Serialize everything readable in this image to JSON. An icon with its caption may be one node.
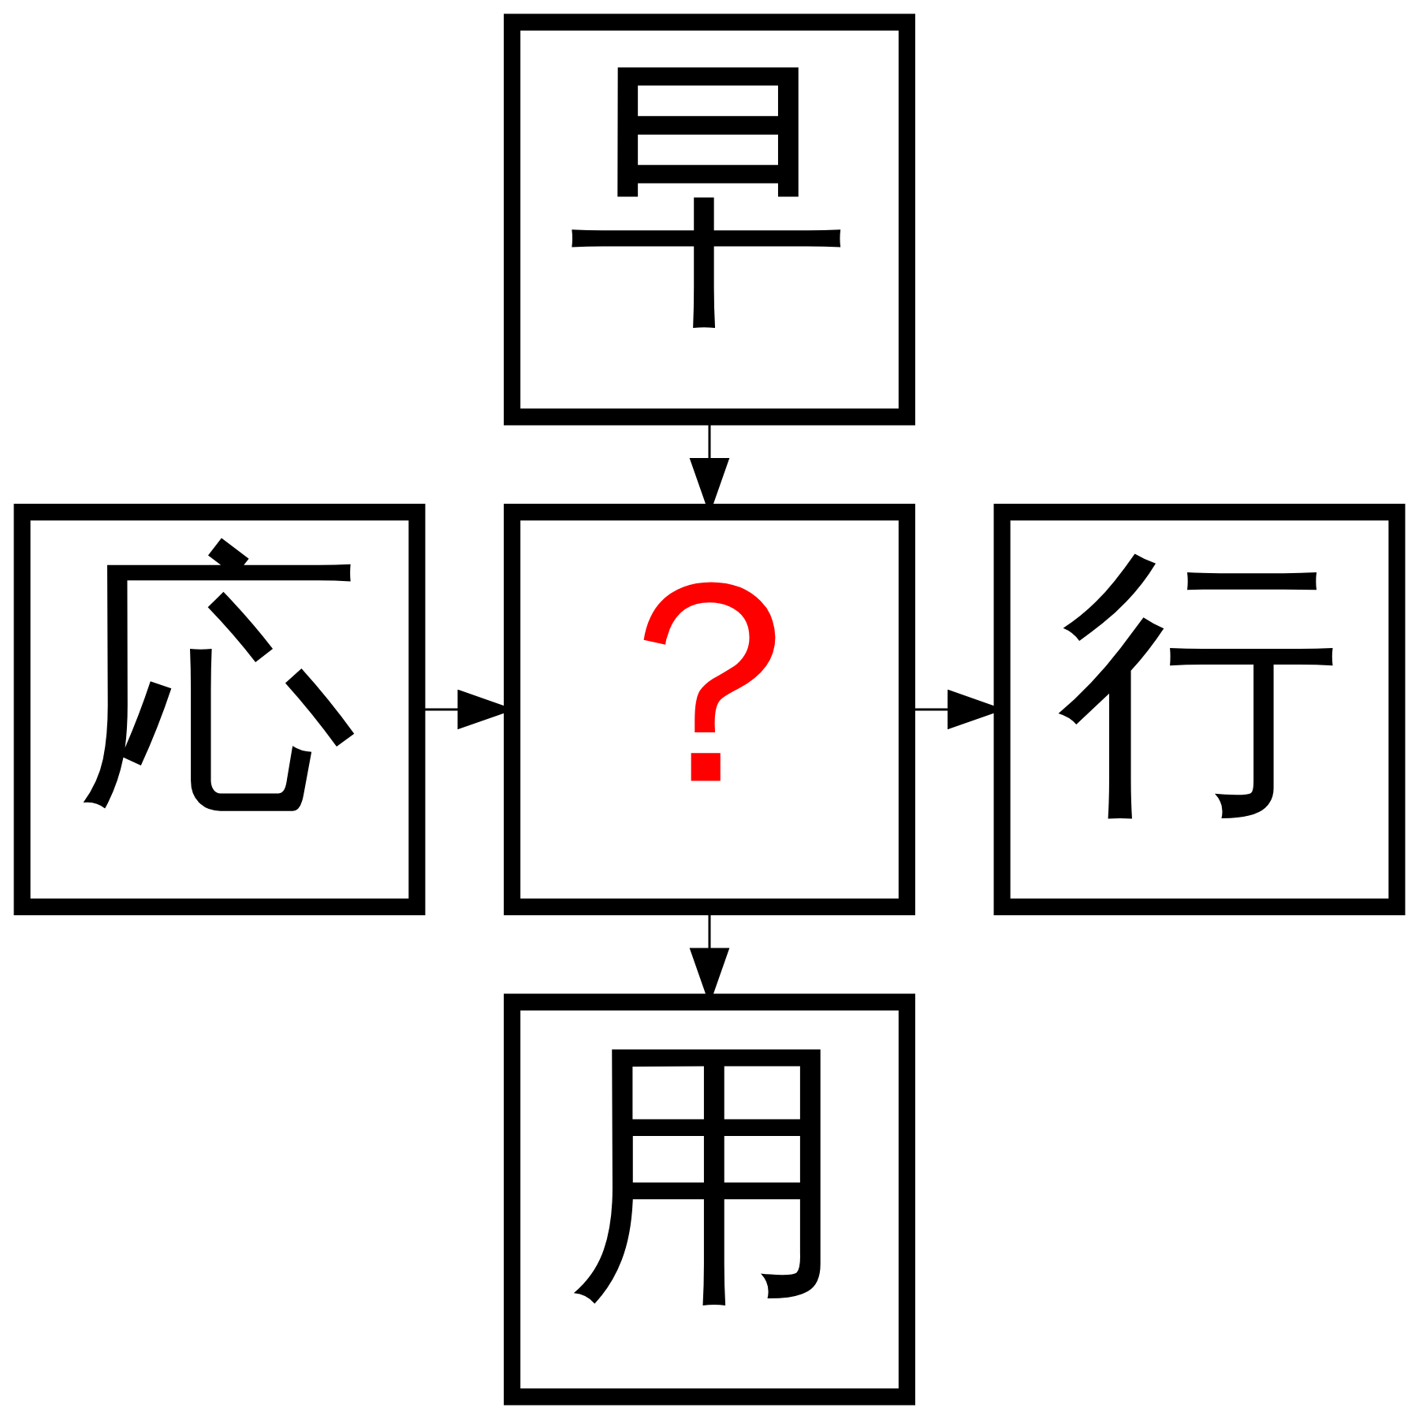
{
  "diagram": {
    "nodes": [
      {
        "text": [
          "早"
        ]
      },
      {
        "text": [
          "応"
        ]
      },
      {
        "text": [
          "？"
        ]
      },
      {
        "text": [
          "行"
        ]
      },
      {
        "text": [
          "用"
        ]
      }
    ],
    "edges": [
      {
        "from": 0,
        "to": 2,
        "arrow": "to"
      },
      {
        "from": 1,
        "to": 2,
        "arrow": "to"
      },
      {
        "from": 2,
        "to": 3,
        "arrow": "to"
      },
      {
        "from": 2,
        "to": 4,
        "arrow": "to"
      }
    ]
  }
}
